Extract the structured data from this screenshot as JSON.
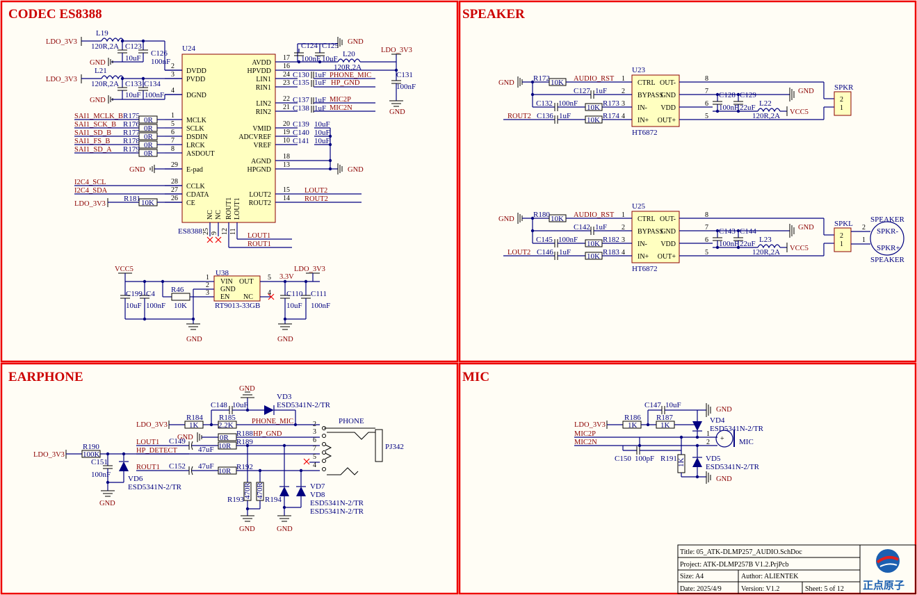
{
  "sections": {
    "codec": "CODEC ES8388",
    "speaker": "SPEAKER",
    "earphone": "EARPHONE",
    "mic": "MIC"
  },
  "codec": {
    "ref": "U24",
    "part": "ES8388",
    "left_pins": [
      {
        "num": "2",
        "name": "DVDD"
      },
      {
        "num": "3",
        "name": "PVDD"
      },
      {
        "num": "4",
        "name": "DGND"
      },
      {
        "num": "1",
        "name": "MCLK"
      },
      {
        "num": "5",
        "name": "SCLK"
      },
      {
        "num": "6",
        "name": "DSDIN"
      },
      {
        "num": "7",
        "name": "LRCK"
      },
      {
        "num": "8",
        "name": "ASDOUT"
      },
      {
        "num": "29",
        "name": "E-pad"
      },
      {
        "num": "28",
        "name": "CCLK"
      },
      {
        "num": "27",
        "name": "CDATA"
      },
      {
        "num": "26",
        "name": "CE"
      }
    ],
    "right_pins": [
      {
        "num": "17",
        "name": "AVDD"
      },
      {
        "num": "16",
        "name": "HPVDD"
      },
      {
        "num": "24",
        "name": "LIN1"
      },
      {
        "num": "23",
        "name": "RIN1"
      },
      {
        "num": "22",
        "name": "LIN2"
      },
      {
        "num": "21",
        "name": "RIN2"
      },
      {
        "num": "20",
        "name": "VMID"
      },
      {
        "num": "19",
        "name": "ADCVREF"
      },
      {
        "num": "10",
        "name": "VREF"
      },
      {
        "num": "18",
        "name": "AGND"
      },
      {
        "num": "13",
        "name": "HPGND"
      },
      {
        "num": "15",
        "name": "LOUT2"
      },
      {
        "num": "14",
        "name": "ROUT2"
      }
    ],
    "bottom_pins": [
      {
        "num": "25",
        "name": "NC"
      },
      {
        "num": "9",
        "name": "NC"
      },
      {
        "num": "12",
        "name": "ROUT1"
      },
      {
        "num": "11",
        "name": "LOUT1"
      }
    ],
    "sai_nets": [
      {
        "net": "SAI1_MCLK_B",
        "res": "R175",
        "val": "0R"
      },
      {
        "net": "SAI1_SCK_B",
        "res": "R176",
        "val": "0R"
      },
      {
        "net": "SAI1_SD_B",
        "res": "R177",
        "val": "0R"
      },
      {
        "net": "SAI1_FS_B",
        "res": "R178",
        "val": "0R"
      },
      {
        "net": "SAI1_SD_A",
        "res": "R179",
        "val": "0R"
      }
    ],
    "i2c_scl": "I2C4_SCL",
    "i2c_sda": "I2C4_SDA",
    "ldo": "LDO_3V3",
    "gnd": "GND",
    "l19": "L19",
    "l19_val": "120R,2A",
    "l21": "L21",
    "l21_val": "120R,2A",
    "l20": "L20",
    "l20_val": "120R,2A",
    "c123": "C123",
    "c126": "C126",
    "c133": "C133",
    "c134": "C134",
    "c124": "C124",
    "c125": "C125",
    "c131": "C131",
    "c130": "C130",
    "c135": "C135",
    "c137": "C137",
    "c138": "C138",
    "c139": "C139",
    "c140": "C140",
    "c141": "C141",
    "uf10": "10uF",
    "nf100": "100nF",
    "uf1": "1uF",
    "r181": "R181",
    "k10": "10K",
    "phone_mic": "PHONE_MIC",
    "hp_gnd": "HP_GND",
    "mic2p": "MIC2P",
    "mic2n": "MIC2N",
    "lout2": "LOUT2",
    "rout2": "ROUT2",
    "lout1": "LOUT1",
    "rout1": "ROUT1"
  },
  "ldo_reg": {
    "ref": "U38",
    "part": "RT9013-33GB",
    "vcc": "VCC5",
    "out": "LDO_3V3",
    "v33": "3.3V",
    "pins": [
      {
        "num": "1",
        "name": "VIN"
      },
      {
        "num": "2",
        "name": "GND"
      },
      {
        "num": "3",
        "name": "EN"
      },
      {
        "num": "5",
        "name": "OUT"
      },
      {
        "num": "4",
        "name": "NC"
      }
    ],
    "c199": "C199",
    "c4": "C4",
    "r46": "R46",
    "c110": "C110",
    "c111": "C111"
  },
  "speaker": {
    "amps": [
      {
        "ref": "U23",
        "part": "HT6872",
        "r_in": "R172",
        "r1": "R173",
        "r2": "R174",
        "cb": "C127",
        "c_a": "C132",
        "c_b": "C136",
        "c_v1": "C128",
        "c_v2": "C129",
        "l": "L22",
        "out": "ROUT2",
        "conn": "SPKR"
      },
      {
        "ref": "U25",
        "part": "HT6872",
        "r_in": "R180",
        "r1": "R182",
        "r2": "R183",
        "cb": "C142",
        "c_a": "C145",
        "c_b": "C146",
        "c_v1": "C143",
        "c_v2": "C144",
        "l": "L23",
        "out": "LOUT2",
        "conn": "SPKL"
      }
    ],
    "pins_left": [
      {
        "num": "1",
        "name": "CTRL"
      },
      {
        "num": "2",
        "name": "BYPASS"
      },
      {
        "num": "3",
        "name": "IN-"
      },
      {
        "num": "4",
        "name": "IN+"
      }
    ],
    "pins_right": [
      {
        "num": "8",
        "name": "OUT-"
      },
      {
        "num": "7",
        "name": "GND"
      },
      {
        "num": "6",
        "name": "VDD"
      },
      {
        "num": "5",
        "name": "OUT+"
      }
    ],
    "audio_rst": "AUDIO_RST",
    "vcc5": "VCC5",
    "uf22": "22uF",
    "spk_title": "SPEAKER",
    "spk_minus": "SPKR-",
    "spk_plus": "SPKR+",
    "conn_pins": [
      "2",
      "1"
    ]
  },
  "earphone": {
    "r190": "R190",
    "k100": "100K",
    "c151": "C151",
    "vd6": "VD6",
    "esd": "ESD5341N-2/TR",
    "r184": "R184",
    "k1": "1K",
    "r185": "R185",
    "k22": "2.2K",
    "c148": "C148",
    "vd3": "VD3",
    "phone": "PHONE",
    "r188": "R188",
    "r189": "R189",
    "r0": "0R",
    "r10": "10R",
    "c149": "C149",
    "uf47": "47uF",
    "hp_detect": "HP_DETECT",
    "c152": "C152",
    "r192": "R192",
    "r193": "R193",
    "r194": "R194",
    "r470": "470R",
    "vd7": "VD7",
    "vd8": "VD8",
    "jack": "PJ342",
    "jack_pins": [
      "2",
      "3",
      "6",
      "7",
      "5",
      "4"
    ]
  },
  "mic": {
    "r186": "R186",
    "r187": "R187",
    "c147": "C147",
    "vd4": "VD4",
    "vd5": "VD5",
    "r191": "R191",
    "c150": "C150",
    "pf100": "100pF",
    "mic_label": "MIC",
    "pin1": "1",
    "pin2": "2"
  },
  "title_block": {
    "title": "Title: 05_ATK-DLMP257_AUDIO.SchDoc",
    "project": "Project: ATK-DLMP257B V1.2.PrjPcb",
    "size": "Size: A4",
    "author": "Author:  ALIENTEK",
    "date": "Date:  2025/4/9",
    "version": "Version:  V1.2",
    "sheet": "Sheet:  5  of  12",
    "logo_text": "正点原子"
  }
}
